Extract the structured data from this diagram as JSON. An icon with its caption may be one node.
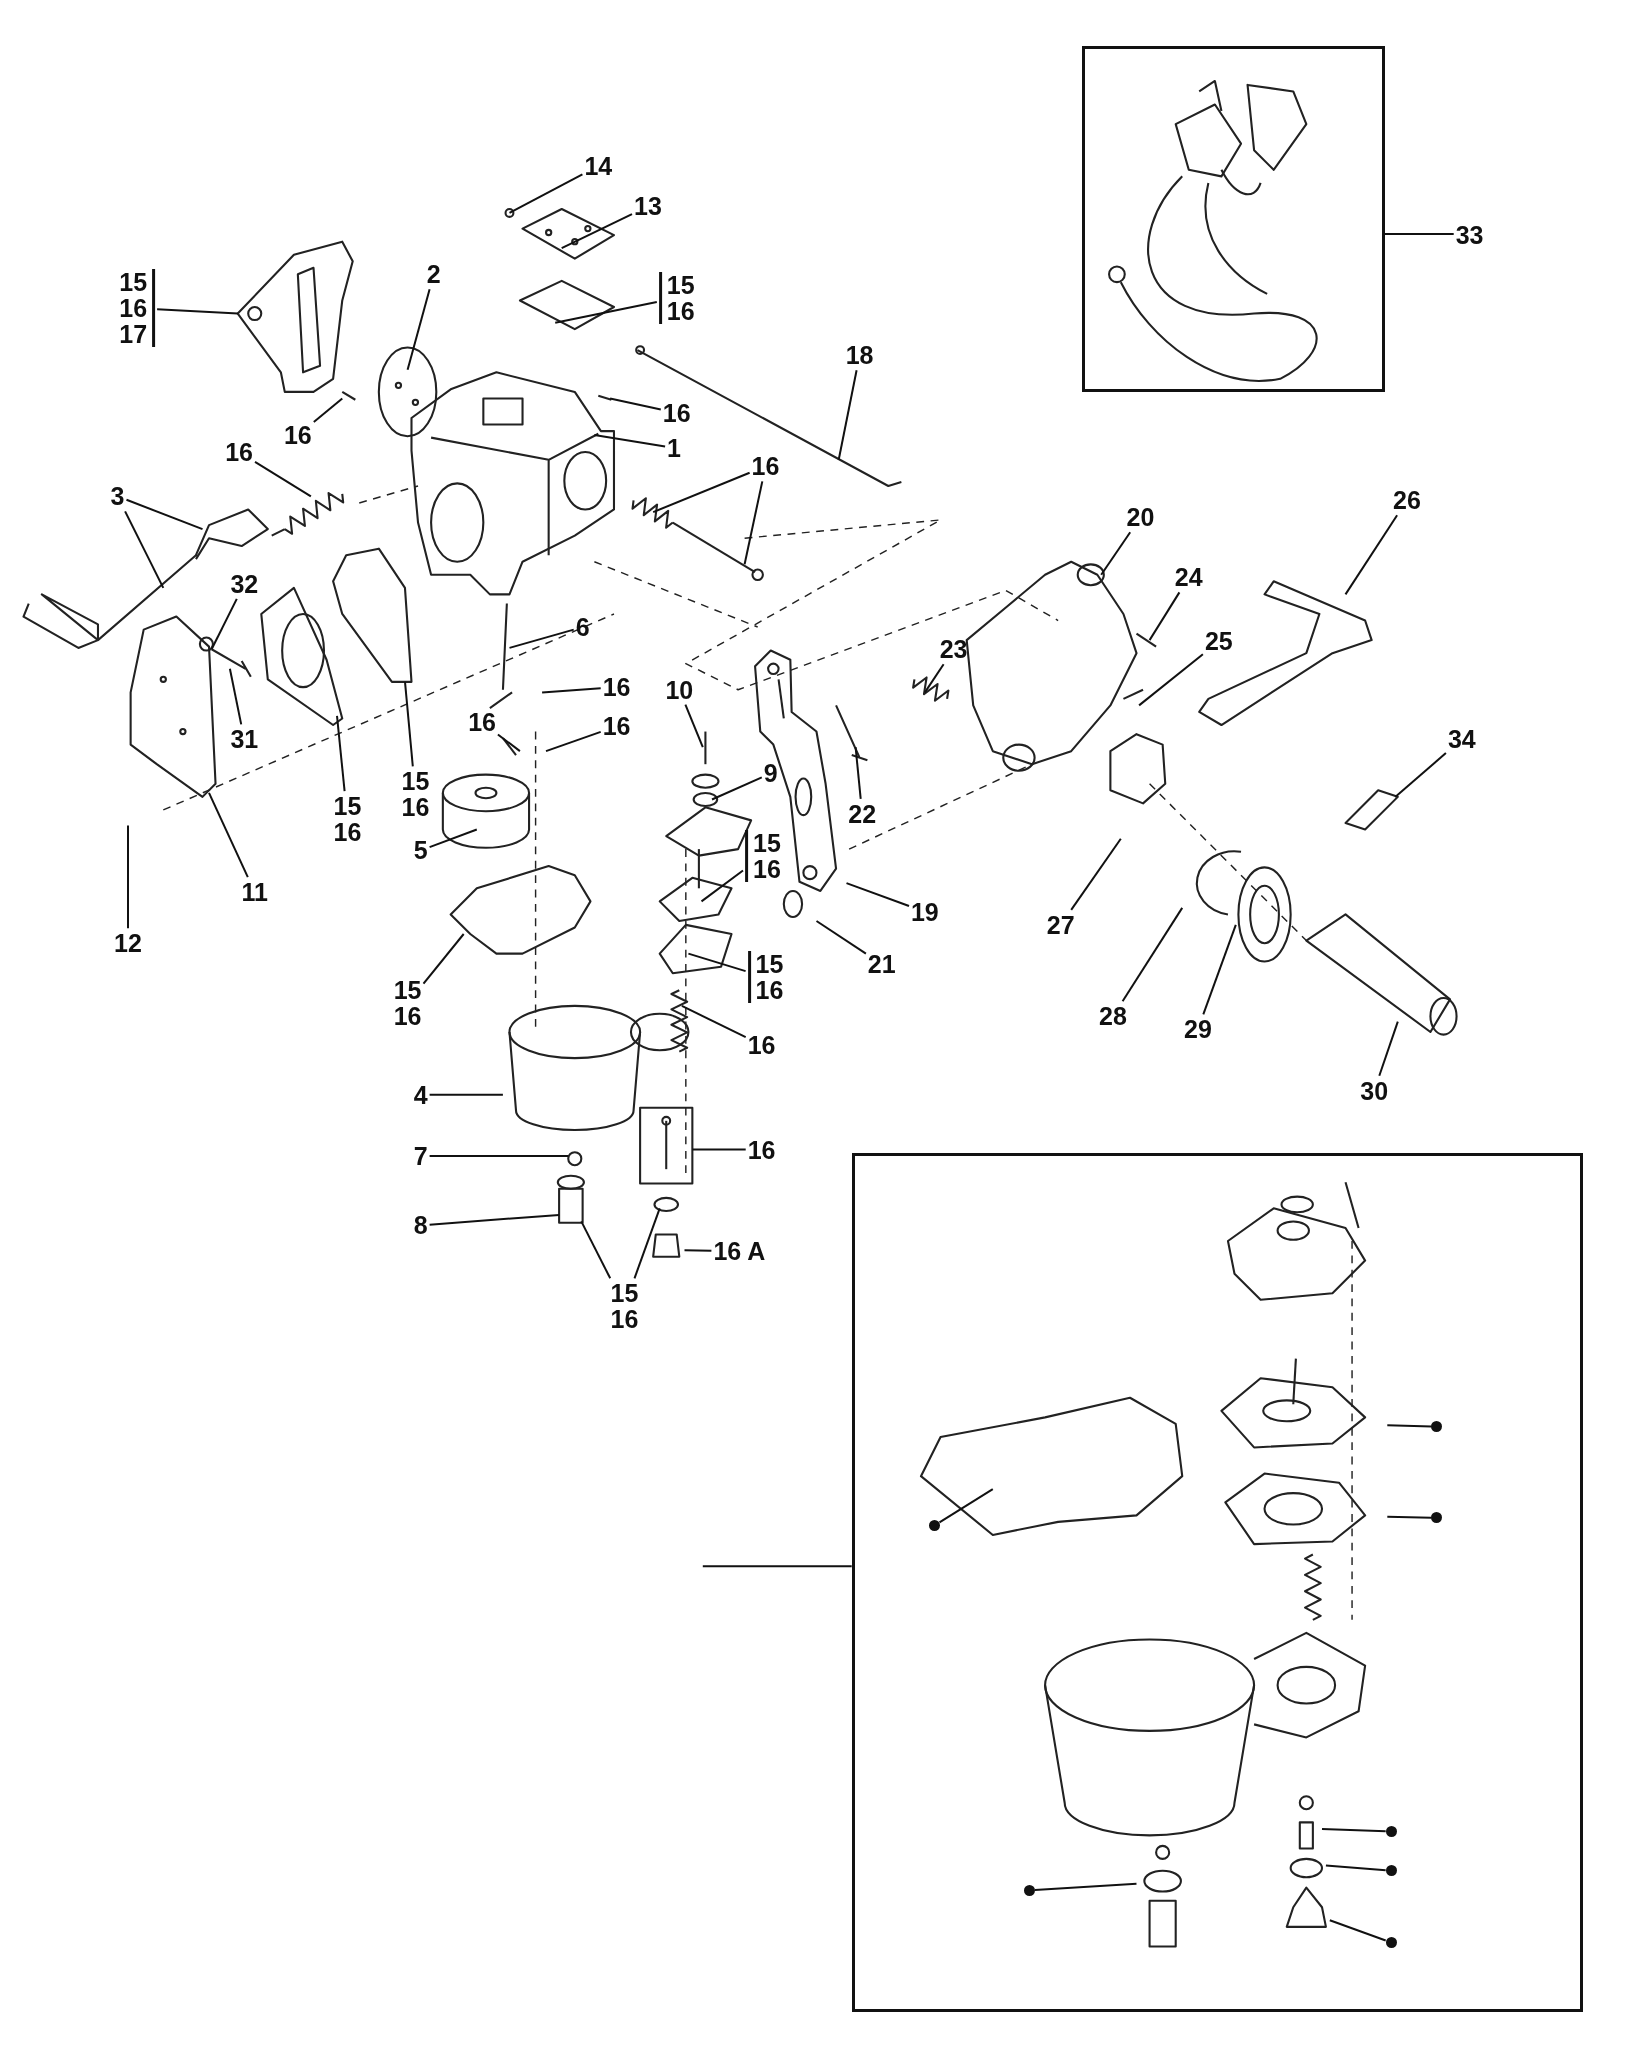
{
  "diagram": {
    "nodes": [
      {
        "text": [],
        "shape": "box"
      },
      {
        "text": [
          "33"
        ]
      },
      {
        "text": [
          "14"
        ]
      },
      {
        "text": [
          "13"
        ]
      },
      {
        "text": [
          "15",
          "16",
          "17"
        ]
      },
      {
        "text": [
          "2"
        ]
      },
      {
        "text": [
          "15",
          "16"
        ]
      },
      {
        "text": [
          "18"
        ]
      },
      {
        "text": [
          "16"
        ]
      },
      {
        "text": [
          "16"
        ]
      },
      {
        "text": [
          "1"
        ]
      },
      {
        "text": [
          "16"
        ]
      },
      {
        "text": [
          "16"
        ]
      },
      {
        "text": [
          "3"
        ]
      },
      {
        "text": [
          "26"
        ]
      },
      {
        "text": [
          "20"
        ]
      },
      {
        "text": [
          "24"
        ]
      },
      {
        "text": [
          "32"
        ]
      },
      {
        "text": [
          "6"
        ]
      },
      {
        "text": [
          "25"
        ]
      },
      {
        "text": [
          "23"
        ]
      },
      {
        "text": [
          "16"
        ]
      },
      {
        "text": [
          "10"
        ]
      },
      {
        "text": [
          "16"
        ]
      },
      {
        "text": [
          "16"
        ]
      },
      {
        "text": [
          "31"
        ]
      },
      {
        "text": [
          "34"
        ]
      },
      {
        "text": [
          "9"
        ]
      },
      {
        "text": [
          "15",
          "16"
        ]
      },
      {
        "text": [
          "15",
          "16"
        ]
      },
      {
        "text": [
          "22"
        ]
      },
      {
        "text": [
          "5"
        ]
      },
      {
        "text": [
          "15",
          "16"
        ]
      },
      {
        "text": [
          "11"
        ]
      },
      {
        "text": [
          "19"
        ]
      },
      {
        "text": [
          "27"
        ]
      },
      {
        "text": [
          "12"
        ]
      },
      {
        "text": [
          "21"
        ]
      },
      {
        "text": [
          "15",
          "16"
        ]
      },
      {
        "text": [
          "15",
          "16"
        ]
      },
      {
        "text": [
          "28"
        ]
      },
      {
        "text": [
          "29"
        ]
      },
      {
        "text": [
          "16"
        ]
      },
      {
        "text": [
          "30"
        ]
      },
      {
        "text": [
          "4"
        ]
      },
      {
        "text": [
          "16"
        ]
      },
      {
        "text": [
          "7"
        ]
      },
      {
        "text": [
          "8"
        ]
      },
      {
        "text": [
          "16 A"
        ]
      },
      {
        "text": [
          "15",
          "16"
        ]
      },
      {
        "text": [],
        "shape": "box"
      },
      {
        "text": [],
        "shape": "circle",
        "in": 50
      },
      {
        "text": [],
        "shape": "circle",
        "in": 50
      },
      {
        "text": [],
        "shape": "circle",
        "in": 50
      },
      {
        "text": [],
        "shape": "circle",
        "in": 50
      },
      {
        "text": [],
        "shape": "circle",
        "in": 50
      },
      {
        "text": [],
        "shape": "circle",
        "in": 50
      },
      {
        "text": [],
        "shape": "circle",
        "in": 50
      }
    ],
    "edges": [
      {
        "from": 1,
        "to": 0,
        "arrow": "none"
      },
      {
        "from": 2,
        "to": null,
        "arrow": "none"
      },
      {
        "from": 3,
        "to": null,
        "arrow": "none"
      },
      {
        "from": 4,
        "to": null,
        "arrow": "none"
      },
      {
        "from": 5,
        "to": null,
        "arrow": "none"
      },
      {
        "from": 6,
        "to": null,
        "arrow": "none"
      },
      {
        "from": 7,
        "to": null,
        "arrow": "none"
      },
      {
        "from": 8,
        "to": null,
        "arrow": "none"
      },
      {
        "from": 9,
        "to": null,
        "arrow": "none"
      },
      {
        "from": 10,
        "to": null,
        "arrow": "none"
      },
      {
        "from": 11,
        "to": null,
        "arrow": "none"
      },
      {
        "from": 12,
        "to": null,
        "arrow": "none"
      },
      {
        "from": 12,
        "to": null,
        "arrow": "none"
      },
      {
        "from": 13,
        "to": null,
        "arrow": "none"
      },
      {
        "from": 13,
        "to": null,
        "arrow": "none"
      },
      {
        "from": 14,
        "to": null,
        "arrow": "none"
      },
      {
        "from": 15,
        "to": null,
        "arrow": "none"
      },
      {
        "from": 16,
        "to": null,
        "arrow": "none"
      },
      {
        "from": 17,
        "to": null,
        "arrow": "none"
      },
      {
        "from": 18,
        "to": null,
        "arrow": "none"
      },
      {
        "from": 19,
        "to": null,
        "arrow": "none"
      },
      {
        "from": 20,
        "to": null,
        "arrow": "none"
      },
      {
        "from": 21,
        "to": null,
        "arrow": "none"
      },
      {
        "from": 22,
        "to": null,
        "arrow": "none"
      },
      {
        "from": 23,
        "to": null,
        "arrow": "none"
      },
      {
        "from": 24,
        "to": null,
        "arrow": "none"
      },
      {
        "from": 25,
        "to": null,
        "arrow": "none"
      },
      {
        "from": 26,
        "to": null,
        "arrow": "none"
      },
      {
        "from": 27,
        "to": null,
        "arrow": "none"
      },
      {
        "from": 28,
        "to": null,
        "arrow": "none"
      },
      {
        "from": 29,
        "to": null,
        "arrow": "none"
      },
      {
        "from": 30,
        "to": null,
        "arrow": "none"
      },
      {
        "from": 31,
        "to": null,
        "arrow": "none"
      },
      {
        "from": 32,
        "to": null,
        "arrow": "none"
      },
      {
        "from": 33,
        "to": null,
        "arrow": "none"
      },
      {
        "from": 34,
        "to": null,
        "arrow": "none"
      },
      {
        "from": 35,
        "to": null,
        "arrow": "none"
      },
      {
        "from": 36,
        "to": null,
        "arrow": "none"
      },
      {
        "from": 37,
        "to": null,
        "arrow": "none"
      },
      {
        "from": 38,
        "to": null,
        "arrow": "none"
      },
      {
        "from": 39,
        "to": null,
        "arrow": "none"
      },
      {
        "from": 40,
        "to": null,
        "arrow": "none"
      },
      {
        "from": 41,
        "to": null,
        "arrow": "none"
      },
      {
        "from": 42,
        "to": null,
        "arrow": "none"
      },
      {
        "from": 43,
        "to": null,
        "arrow": "none"
      },
      {
        "from": 44,
        "to": null,
        "arrow": "none"
      },
      {
        "from": 45,
        "to": null,
        "arrow": "none"
      },
      {
        "from": 46,
        "to": null,
        "arrow": "none"
      },
      {
        "from": 47,
        "to": null,
        "arrow": "none"
      },
      {
        "from": 48,
        "to": null,
        "arrow": "none"
      },
      {
        "from": 49,
        "to": null,
        "arrow": "none"
      },
      {
        "from": 49,
        "to": null,
        "arrow": "none"
      },
      {
        "from": null,
        "to": 50,
        "arrow": "none"
      },
      {
        "from": 51,
        "to": null,
        "arrow": "none"
      },
      {
        "from": 52,
        "to": null,
        "arrow": "none"
      },
      {
        "from": 53,
        "to": null,
        "arrow": "none"
      },
      {
        "from": 54,
        "to": null,
        "arrow": "none"
      },
      {
        "from": 55,
        "to": null,
        "arrow": "none"
      },
      {
        "from": 56,
        "to": null,
        "arrow": "none"
      },
      {
        "from": 57,
        "to": null,
        "arrow": "none"
      }
    ]
  }
}
